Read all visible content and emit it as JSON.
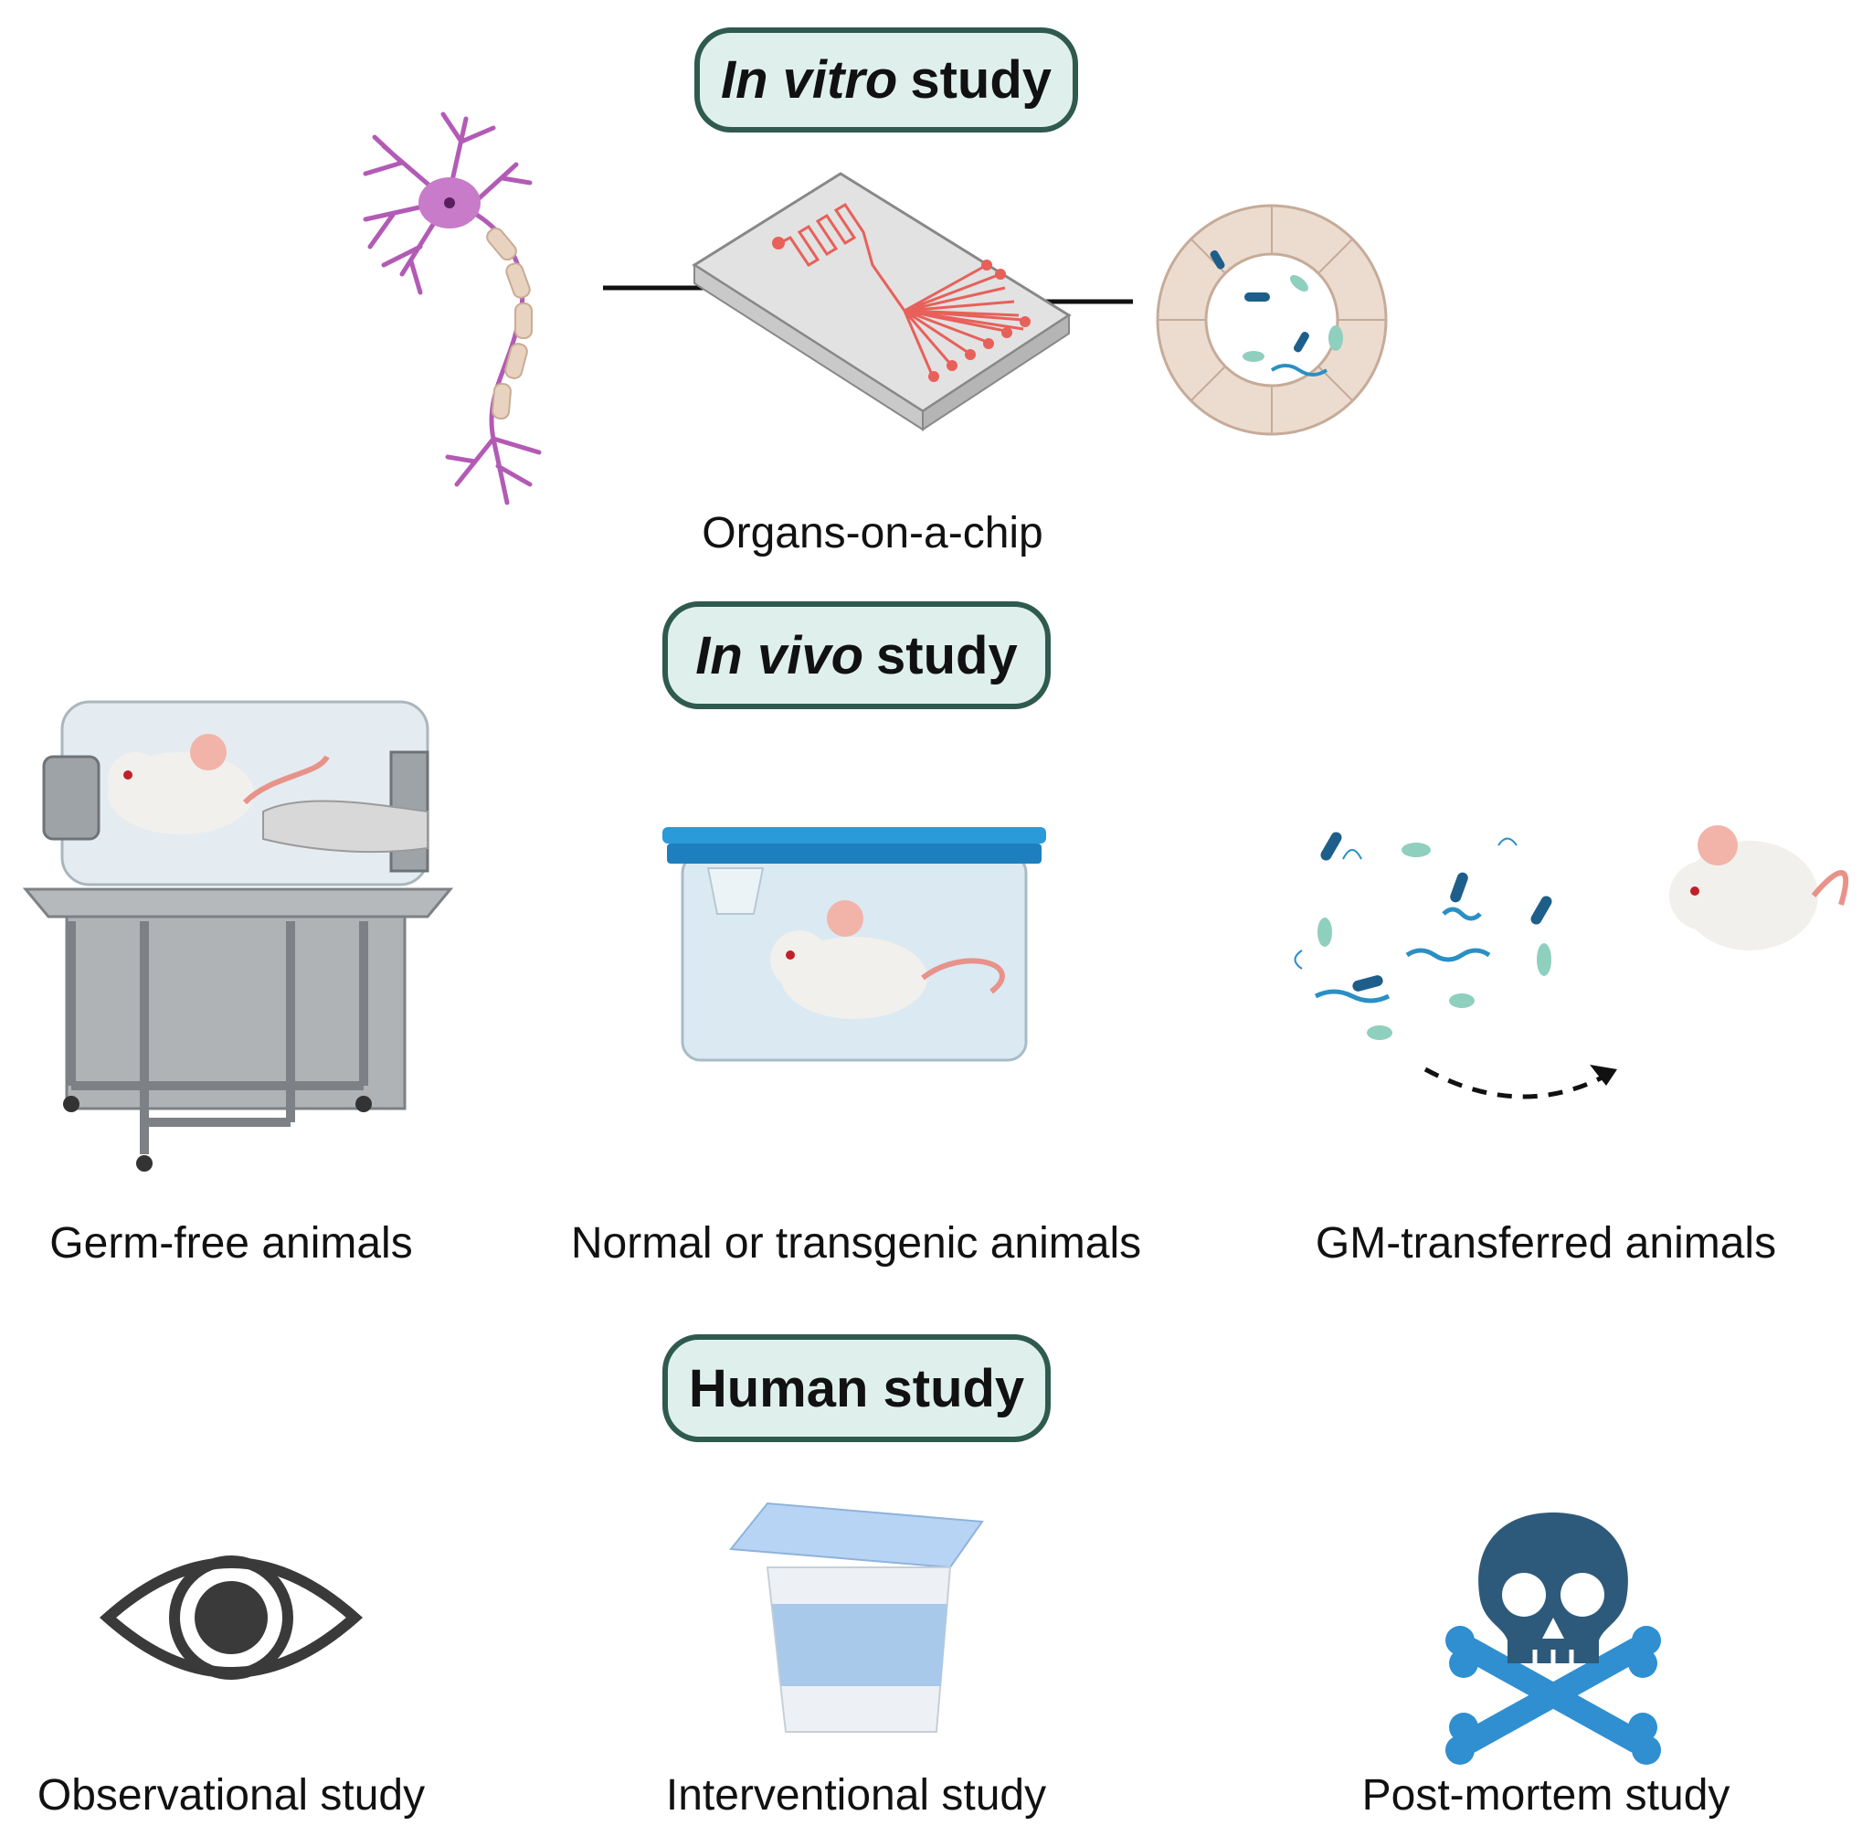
{
  "sections": {
    "in_vitro": {
      "title_italic": "In vitro",
      "title_rest": "study"
    },
    "in_vivo": {
      "title_italic": "In vivo",
      "title_rest": "study"
    },
    "human": {
      "title": "Human study"
    }
  },
  "captions": {
    "organs_on_chip": "Organs-on-a-chip",
    "germ_free": "Germ-free animals",
    "normal_transgenic": "Normal or transgenic animals",
    "gm_transferred": "GM-transferred animals",
    "observational": "Observational study",
    "interventional": "Interventional study",
    "post_mortem": "Post-mortem study"
  },
  "colors": {
    "pill_border": "#2f5a4e",
    "pill_fill": "#dff0ec",
    "neuron": "#b25bb5",
    "chip_channels": "#e8605a",
    "cage_lid": "#2a9ad8",
    "skull": "#2d5a7a",
    "bones": "#2f8fd0"
  },
  "icons": [
    "neuron-icon",
    "organ-chip-icon",
    "gut-section-icon",
    "isolator-icon",
    "mouse-cage-icon",
    "bacteria-transfer-icon",
    "eye-icon",
    "yogurt-cup-icon",
    "skull-crossbones-icon"
  ]
}
